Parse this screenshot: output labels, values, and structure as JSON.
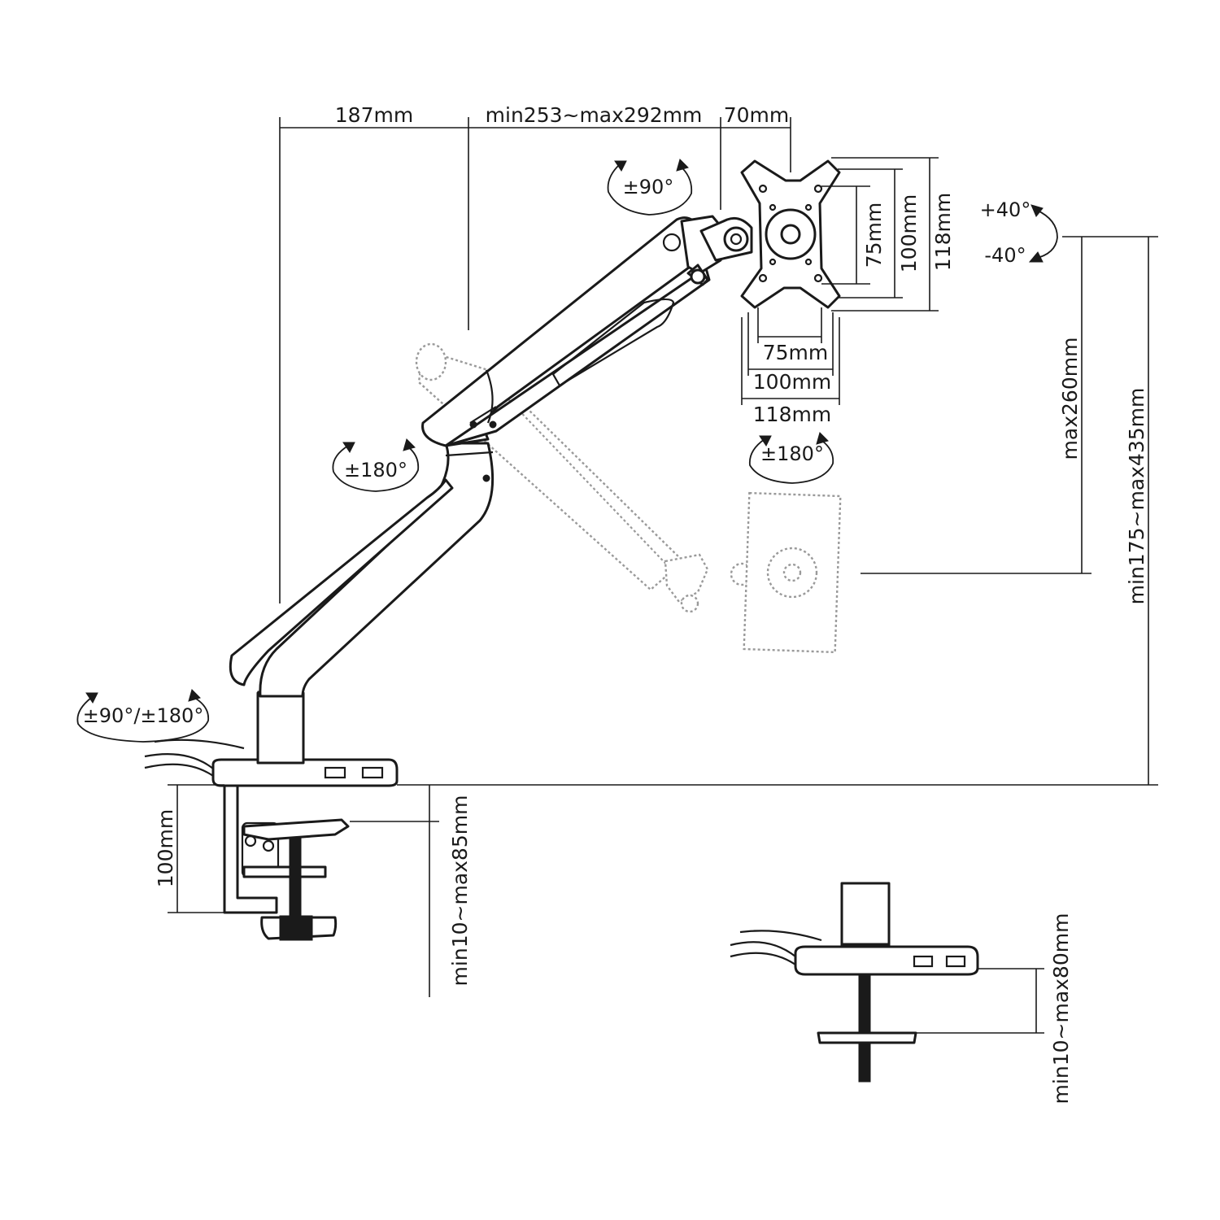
{
  "dimensions": {
    "arm_base_offset": "187mm",
    "arm_extension": "min253~max292mm",
    "head_offset": "70mm",
    "vesa_vertical_75": "75mm",
    "vesa_vertical_100": "100mm",
    "vesa_vertical_118": "118mm",
    "vesa_horizontal_75": "75mm",
    "vesa_horizontal_100": "100mm",
    "vesa_horizontal_118": "118mm",
    "height_adjust": "max260mm",
    "total_height": "min175~max435mm",
    "clamp_height": "100mm",
    "clamp_range": "min10~max85mm",
    "grommet_range": "min10~max80mm"
  },
  "angles": {
    "head_swivel": "±90°",
    "tilt_up": "+40°",
    "tilt_down": "-40°",
    "arm_rotation": "±180°",
    "head_rotation": "±180°",
    "base_rotation": "±90°/±180°"
  },
  "colors": {
    "line": "#1a1a1a",
    "ghost": "#9a9a9a",
    "background": "#ffffff"
  }
}
